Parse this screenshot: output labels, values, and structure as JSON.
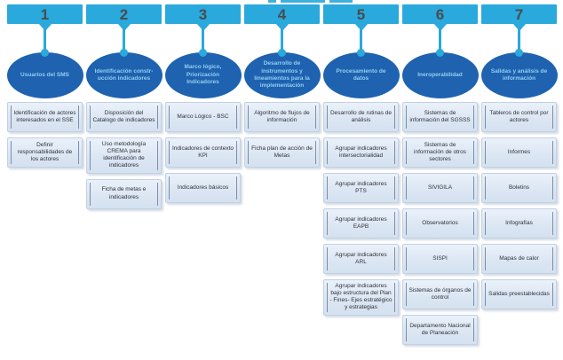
{
  "colors": {
    "band": "#29a9dc",
    "ellipse_fill": "#1e62b0",
    "ellipse_text": "#92cff0",
    "box_bg": "#dbe6f3",
    "box_text": "#2e3138",
    "number_text": "#4b4b4f"
  },
  "columns": [
    {
      "number": "1",
      "ellipse": "Usuarios del SMS",
      "boxes": [
        "Identificación de actores interesados en el SSE",
        "Definir responsabilidades de los actores"
      ]
    },
    {
      "number": "2",
      "ellipse": "Identificación constr-ucción indicadores",
      "boxes": [
        "Disposición del Catalogo de indicadores",
        "Uso metodología CREMA para identificación de indicadores",
        "Ficha de metas e indicadores"
      ]
    },
    {
      "number": "3",
      "ellipse": "Marco lógico, Priorización Indicadores",
      "boxes": [
        "Marco Lógico - BSC",
        "Indicadores de contexto KPI",
        "Indicadores básicos"
      ]
    },
    {
      "number": "4",
      "ellipse": "Desarrollo de instrumentos y lineamientos para la implementación",
      "boxes": [
        "Algoritmo de flujos de información",
        "Ficha plan de acción de Metas"
      ]
    },
    {
      "number": "5",
      "ellipse": "Procesamiento de datos",
      "boxes": [
        "Desarrollo de rutinas de análisis",
        "Agrupar indicadores intersectorialidad",
        "Agrupar indicadores PTS",
        "Agrupar indicadores EAPB",
        "Agrupar indicadores ARL",
        "Agrupar indicadores bajo estructura del Plan - Fines- Ejes estratégico y estrategias"
      ]
    },
    {
      "number": "6",
      "ellipse": "Ineroperabilidad",
      "boxes": [
        "Sistemas de información del SGSSS",
        "Sistemas de información de otros sectores",
        "SIVIGILA",
        "Observatorios",
        "SISPI",
        "Sistemas de órganos de control",
        "Departamento Nacional de Planeación"
      ]
    },
    {
      "number": "7",
      "ellipse": "Salidas y análisis de información",
      "boxes": [
        "Tableros de control por actores",
        "Informes",
        "Boletins",
        "Infografías",
        "Mapas de calor",
        "Salidas preestablecidas"
      ]
    }
  ]
}
